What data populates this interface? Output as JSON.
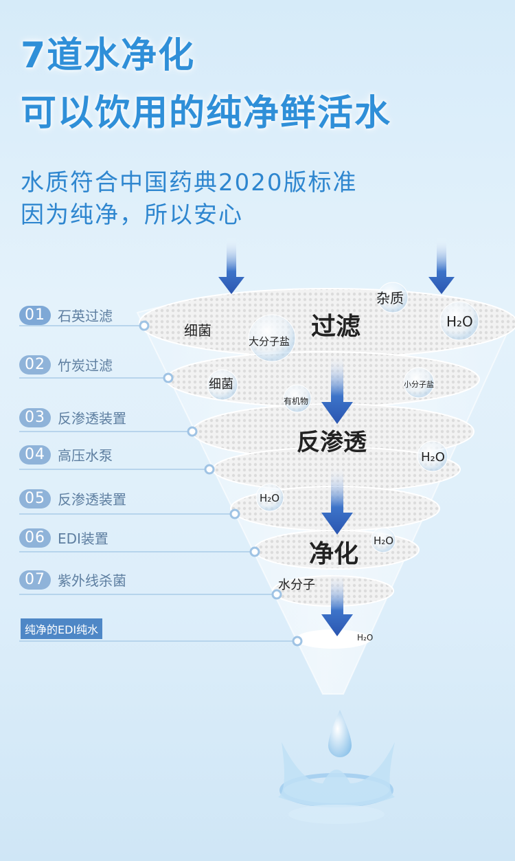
{
  "title_line1": "7道水净化",
  "title_line2": "可以饮用的纯净鲜活水",
  "subtitle_line1": "水质符合中国药典2020版标准",
  "subtitle_line2": "因为纯净，所以安心",
  "steps": [
    {
      "num": "01",
      "label": "石英过滤"
    },
    {
      "num": "02",
      "label": "竹炭过滤"
    },
    {
      "num": "03",
      "label": "反渗透装置"
    },
    {
      "num": "04",
      "label": "高压水泵"
    },
    {
      "num": "05",
      "label": "反渗透装置"
    },
    {
      "num": "06",
      "label": "EDI装置"
    },
    {
      "num": "07",
      "label": "紫外线杀菌"
    }
  ],
  "final_label": "纯净的EDI纯水",
  "layer_texts": {
    "filter": "过滤",
    "bacteria": "细菌",
    "big_molecule": "大分子盐",
    "impurity": "杂质",
    "h2o": "H₂O",
    "organics": "有机物",
    "small_molecule": "小分子盐",
    "ro": "反渗透",
    "purify": "净化",
    "water_molecule": "水分子"
  },
  "colors": {
    "title": "#2f8fd8",
    "arrow": "#2f5fb8",
    "step_badge": "#8fb3d9"
  }
}
